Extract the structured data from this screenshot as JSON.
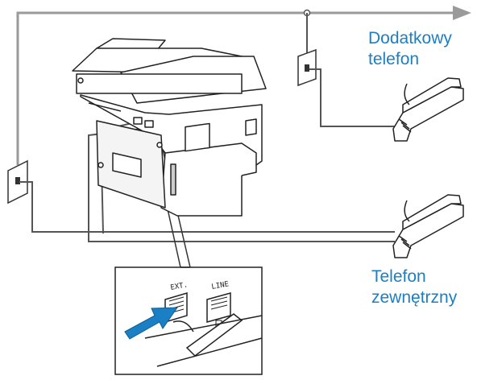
{
  "colors": {
    "accent": "#1a7fc4",
    "line": "#555555",
    "arrow": "#9a9a9a"
  },
  "labels": {
    "extra_phone": [
      "Dodatkowy",
      "telefon"
    ],
    "external_phone": [
      "Telefon",
      "zewnętrzny"
    ]
  },
  "ports": {
    "ext": "EXT.",
    "line": "LINE"
  },
  "icons": [
    "wall-jack-icon",
    "telephone-icon",
    "arrow-right-icon",
    "push-arrow-icon"
  ]
}
